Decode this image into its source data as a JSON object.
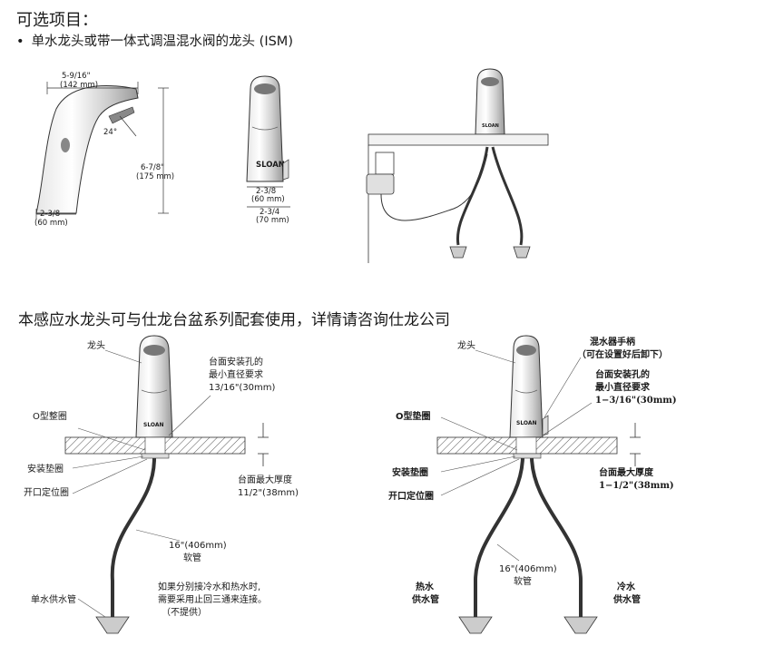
{
  "header": {
    "title": "可选项目：",
    "bullet": "单水龙头或带一体式调温混水阀的龙头 (ISM)"
  },
  "top_dims": {
    "width_top": "5-9/16\"",
    "width_top_mm": "(142 mm)",
    "angle": "24°",
    "height": "6-7/8\"",
    "height_mm": "(175 mm)",
    "base_left": "2-3/8",
    "base_left_mm": "(60 mm)",
    "front_w1": "2-3/8",
    "front_w1_mm": "(60 mm)",
    "front_w2": "2-3/4",
    "front_w2_mm": "(70 mm)"
  },
  "brand": "SLOAN",
  "section2": {
    "heading": "本感应水龙头可与仕龙台盆系列配套使用，详情请咨询仕龙公司"
  },
  "left_diagram": {
    "faucet": "龙头",
    "hole_line1": "台面安装孔的",
    "hole_line2": "最小直径要求",
    "hole_line3": "13/16\"(30mm)",
    "oring": "O型整圈",
    "gasket": "安装垫圈",
    "locator": "开口定位圈",
    "thick_line1": "台面最大厚度",
    "thick_line2": "11/2\"(38mm)",
    "hose_len": "16\"(406mm)",
    "hose": "软管",
    "note1": "如果分别接冷水和热水时,",
    "note2": "需要采用止回三通来连接。",
    "note3": "（不提供）",
    "supply": "单水供水管"
  },
  "right_diagram": {
    "faucet": "龙头",
    "mixer_line1": "混水器手柄",
    "mixer_line2": "（可在设置好后卸下）",
    "hole_line1": "台面安装孔的",
    "hole_line2": "最小直径要求",
    "hole_line3": "1−3/16\"(30mm)",
    "oring": "O型垫圈",
    "gasket": "安装垫圈",
    "locator": "开口定位圈",
    "thick_line1": "台面最大厚度",
    "thick_line2": "1−1/2\"(38mm)",
    "hose_len": "16\"(406mm)",
    "hose": "软管",
    "hot_line1": "热水",
    "hot_line2": "供水管",
    "cold_line1": "冷水",
    "cold_line2": "供水管"
  }
}
